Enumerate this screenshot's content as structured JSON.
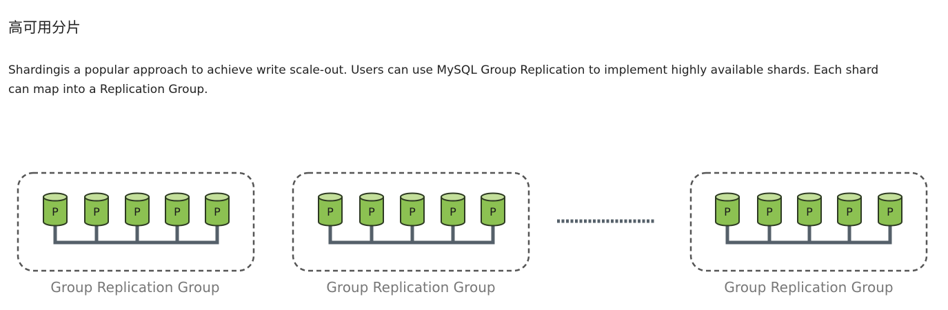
{
  "header": {
    "title": "高可用分片"
  },
  "description": {
    "line1": "Shardingis a popular approach to achieve write scale-out. Users can use MySQL Group Replication to implement highly available shards. Each shard",
    "line2": "can map into a Replication Group."
  },
  "diagram": {
    "node_letter": "P",
    "groups": [
      {
        "caption": "Group Replication Group",
        "nodes": [
          "P",
          "P",
          "P",
          "P",
          "P"
        ]
      },
      {
        "caption": "Group Replication Group",
        "nodes": [
          "P",
          "P",
          "P",
          "P",
          "P"
        ]
      },
      {
        "caption": "Group Replication Group",
        "nodes": [
          "P",
          "P",
          "P",
          "P",
          "P"
        ]
      }
    ],
    "colors": {
      "node_fill": "#8cc152",
      "node_top": "#c3df9a",
      "node_stroke": "#2d3a22",
      "bus_line": "#55606a",
      "group_border": "#555555",
      "caption": "#777777",
      "ellipsis": "#55606a"
    }
  }
}
